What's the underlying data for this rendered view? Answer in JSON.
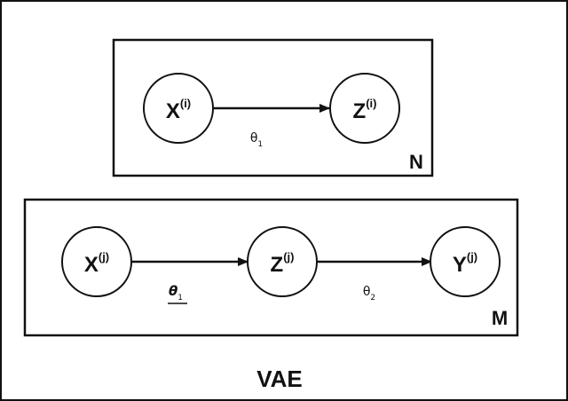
{
  "diagram": {
    "title": "VAE",
    "plate_top": {
      "label": "N",
      "node_x": {
        "base": "X",
        "sup": "(i)"
      },
      "node_z": {
        "base": "Z",
        "sup": "(i)"
      },
      "edge": {
        "symbol": "θ",
        "sub": "1"
      }
    },
    "plate_bottom": {
      "label": "M",
      "node_x": {
        "base": "X",
        "sup": "(j)"
      },
      "node_z": {
        "base": "Z",
        "sup": "(j)"
      },
      "node_y": {
        "base": "Y",
        "sup": "(j)"
      },
      "edge_xz": {
        "symbol": "θ",
        "sub": "1"
      },
      "edge_zy": {
        "symbol": "θ",
        "sub": "2"
      }
    }
  }
}
